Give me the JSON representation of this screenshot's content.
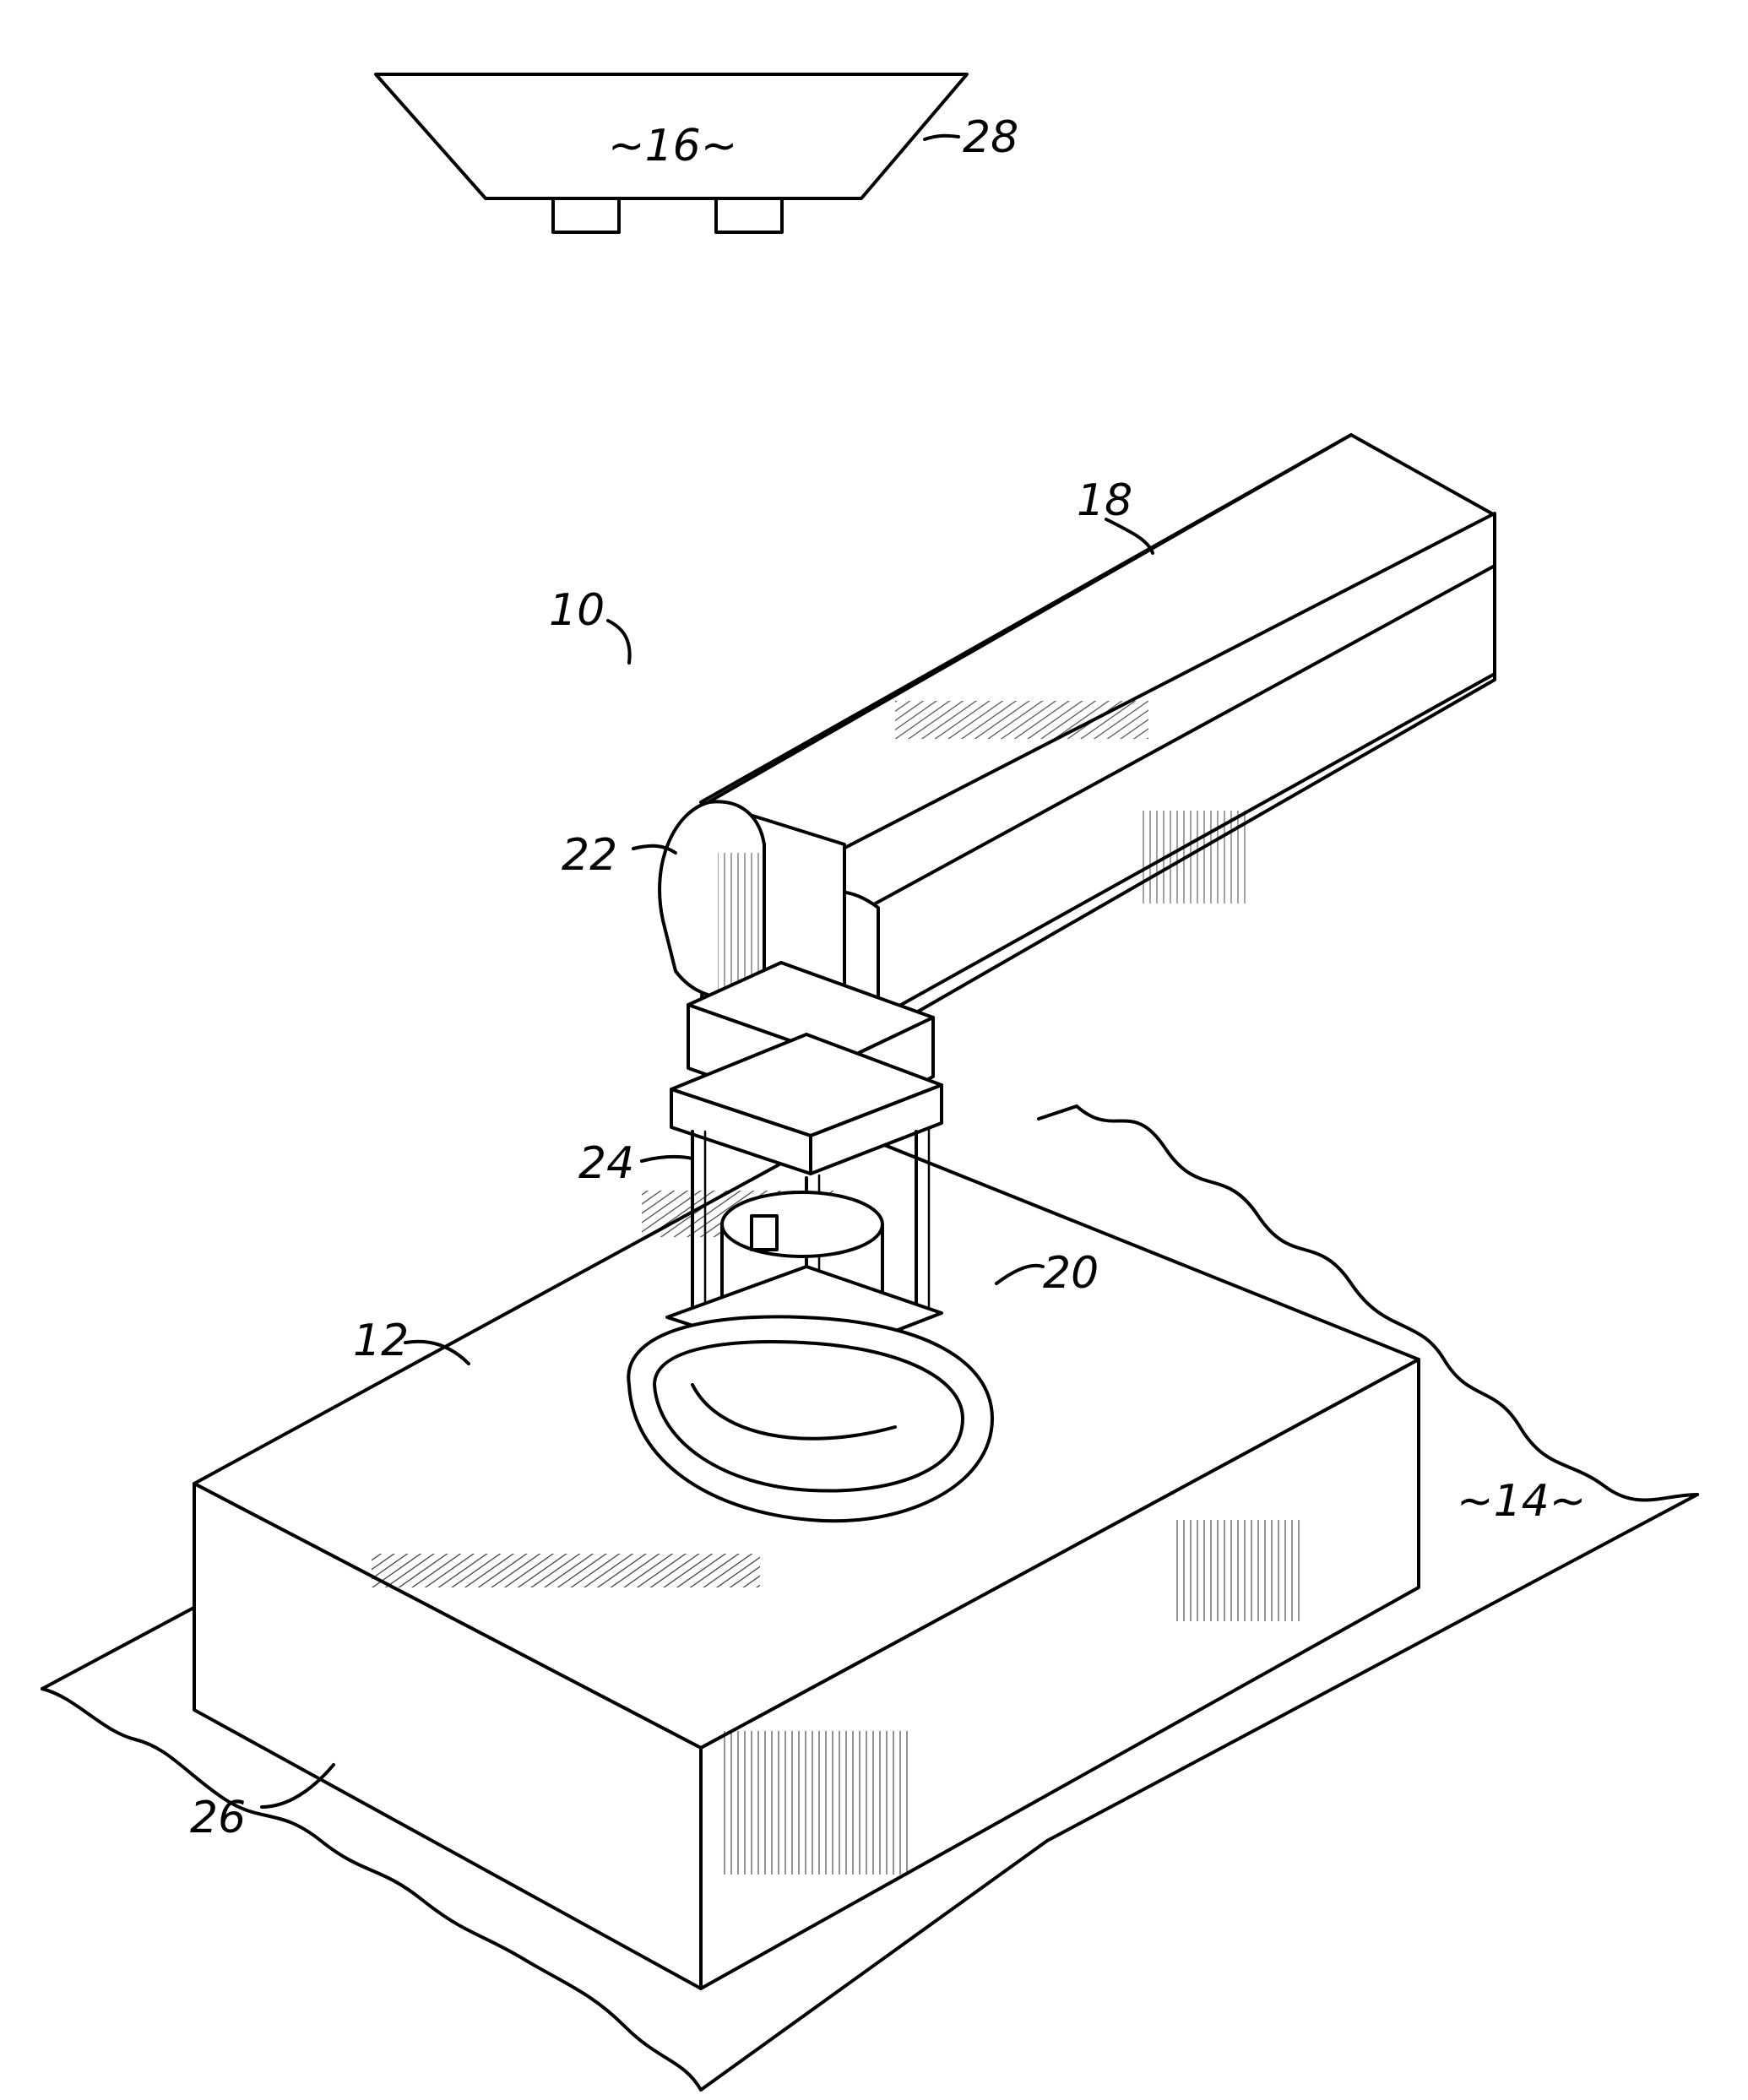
{
  "figure": {
    "labels": {
      "ref_10": "10",
      "ref_12": "12",
      "ref_14": "~14~",
      "ref_16": "~16~",
      "ref_18": "18",
      "ref_20": "20",
      "ref_22": "22",
      "ref_24": "24",
      "ref_26": "26",
      "ref_28": "28"
    }
  }
}
